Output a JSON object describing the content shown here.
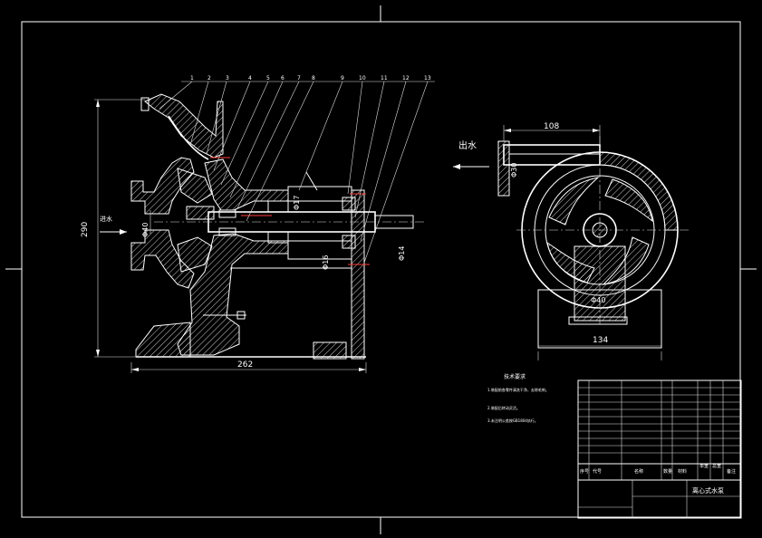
{
  "drawing": {
    "title_block_name": "离心式水泵",
    "tech_req_title": "技术要求",
    "tech_req_lines": [
      "1.装配前各零件清洗干净，去除毛刺。",
      "2.装配后转动灵活。",
      "3.未注明公差按GB1804执行。"
    ],
    "flow_in": "进水",
    "flow_out": "出水"
  },
  "dimensions": {
    "height_total": "290",
    "width_total": "262",
    "inlet_dia": "Φ40",
    "shaft_dia_1": "Φ17",
    "shaft_dia_2": "Φ14",
    "shaft_dia_3": "Φ16",
    "top_width": "108",
    "outlet_dia": "Φ30",
    "base_dia": "Φ40",
    "base_width": "134"
  },
  "part_numbers": [
    "1",
    "2",
    "3",
    "4",
    "5",
    "6",
    "7",
    "8",
    "9",
    "10",
    "11",
    "12",
    "13"
  ],
  "title_block": {
    "col_headers": [
      "序号",
      "代号",
      "名称",
      "数量",
      "材料",
      "单重",
      "总重",
      "备注"
    ]
  }
}
